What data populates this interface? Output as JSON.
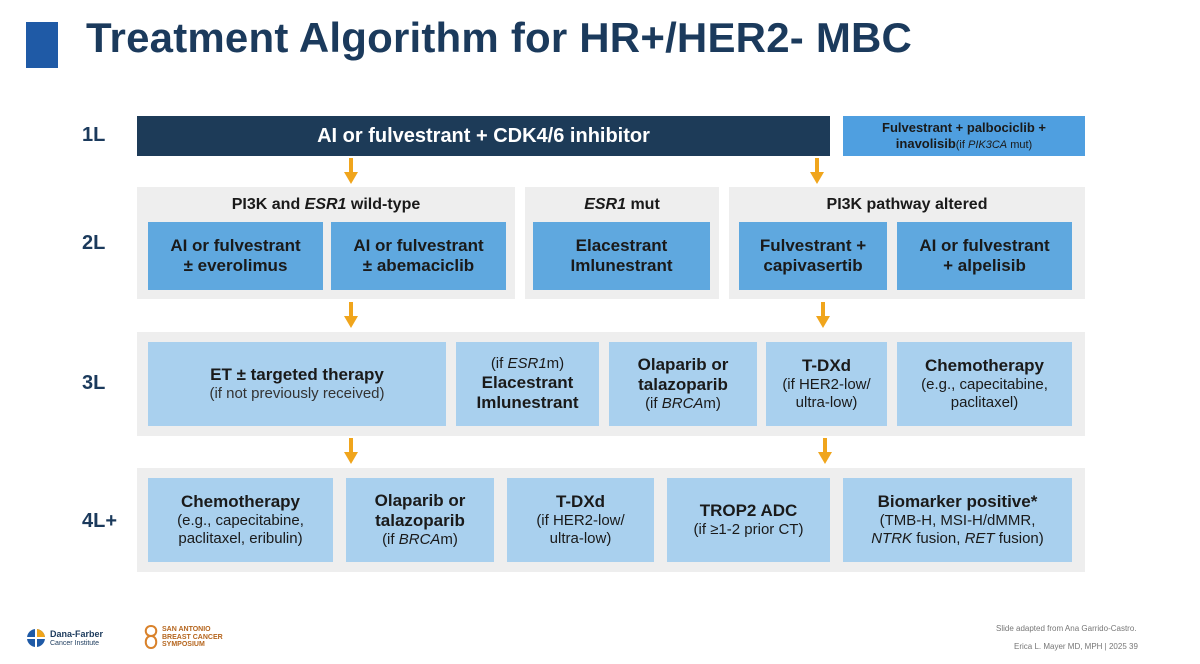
{
  "title": "Treatment Algorithm for HR+/HER2- MBC",
  "rows": {
    "l1": "1L",
    "l2": "2L",
    "l3": "3L",
    "l4": "4L+"
  },
  "line1": {
    "main": "AI or fulvestrant + CDK4/6 inhibitor",
    "side_line1": "Fulvestrant + palbociclib +",
    "side_line2": "inavolisib",
    "side_line2_small_pre": "(if ",
    "side_line2_italic": "PIK3CA",
    "side_line2_small_post": " mut)"
  },
  "line2": {
    "group1": {
      "pre": "PI3K and ",
      "italic": "ESR1",
      "post": " wild-type"
    },
    "group2": {
      "italic": "ESR1",
      "post": " mut"
    },
    "group3": "PI3K pathway altered",
    "b1": [
      "AI or fulvestrant",
      "± everolimus"
    ],
    "b2": [
      "AI or fulvestrant",
      "± abemaciclib"
    ],
    "b3": [
      "Elacestrant",
      "Imlunestrant"
    ],
    "b4": [
      "Fulvestrant +",
      "capivasertib"
    ],
    "b5": [
      "AI or fulvestrant",
      "+ alpelisib"
    ]
  },
  "line3": {
    "et_title": "ET ± targeted therapy",
    "et_sub": "(if not previously received)",
    "esr_pre": "(if ",
    "esr_italic": "ESR1",
    "esr_post": "m)",
    "esr_l1": "Elacestrant",
    "esr_l2": "Imlunestrant",
    "ola_l1": "Olaparib or",
    "ola_l2": "talazoparib",
    "ola_pre": "(if ",
    "ola_italic": "BRCA",
    "ola_post": "m)",
    "tdxd": "T-DXd",
    "tdxd_l1": "(if HER2-low/",
    "tdxd_l2": "ultra-low)",
    "chemo": "Chemotherapy",
    "chemo_l1": "(e.g., capecitabine,",
    "chemo_l2": "paclitaxel)"
  },
  "line4": {
    "chemo": "Chemotherapy",
    "chemo_l1": "(e.g., capecitabine,",
    "chemo_l2": "paclitaxel, eribulin)",
    "ola_l1": "Olaparib or",
    "ola_l2": "talazoparib",
    "ola_pre": "(if ",
    "ola_italic": "BRCA",
    "ola_post": "m)",
    "tdxd": "T-DXd",
    "tdxd_l1": "(if HER2-low/",
    "tdxd_l2": "ultra-low)",
    "trop": "TROP2 ADC",
    "trop_sub": "(if ≥1-2 prior CT)",
    "bio": "Biomarker positive*",
    "bio_l1": "(TMB-H, MSI-H/dMMR,",
    "bio_i1": "NTRK",
    "bio_m": " fusion, ",
    "bio_i2": "RET",
    "bio_e": " fusion)"
  },
  "footer": {
    "source": "Slide adapted from Ana Garrido-Castro.",
    "author": "Erica L. Mayer MD, MPH  |  2025    39",
    "logo1_l1": "Dana-Farber",
    "logo1_l2": "Cancer Institute",
    "logo2_l1": "SAN ANTONIO",
    "logo2_l2": "BREAST CANCER",
    "logo2_l3": "SYMPOSIUM"
  },
  "colors": {
    "dark_box": "#5fa8df",
    "light_box": "#a9d0ee",
    "navy": "#1b3a5c",
    "arrow": "#f0a51c",
    "panel": "#eeeeee"
  }
}
